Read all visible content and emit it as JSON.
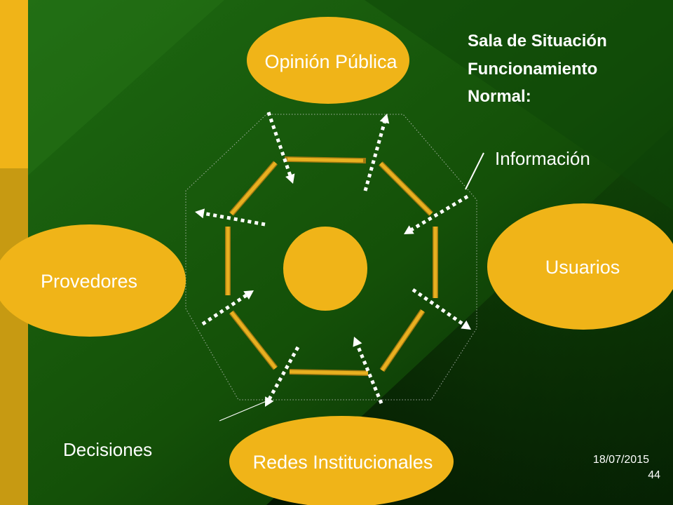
{
  "title_lines": [
    "Sala de Situación",
    "Funcionamiento",
    "Normal:"
  ],
  "nodes": {
    "opinion": "Opinión Pública",
    "usuarios": "Usuarios",
    "provedores": "Provedores",
    "redes": "Redes Institucionales"
  },
  "annotations": {
    "informacion": "Información",
    "decisiones": "Decisiones"
  },
  "footer": {
    "date": "18/07/2015",
    "page": "44"
  },
  "colors": {
    "node_fill": "#F0B418",
    "node_text": "#ffffff",
    "sidebar_light": "#F0B418",
    "sidebar_dark": "#C79A12",
    "bg_green": "#1d6410",
    "bg_dark": "#041a02"
  }
}
